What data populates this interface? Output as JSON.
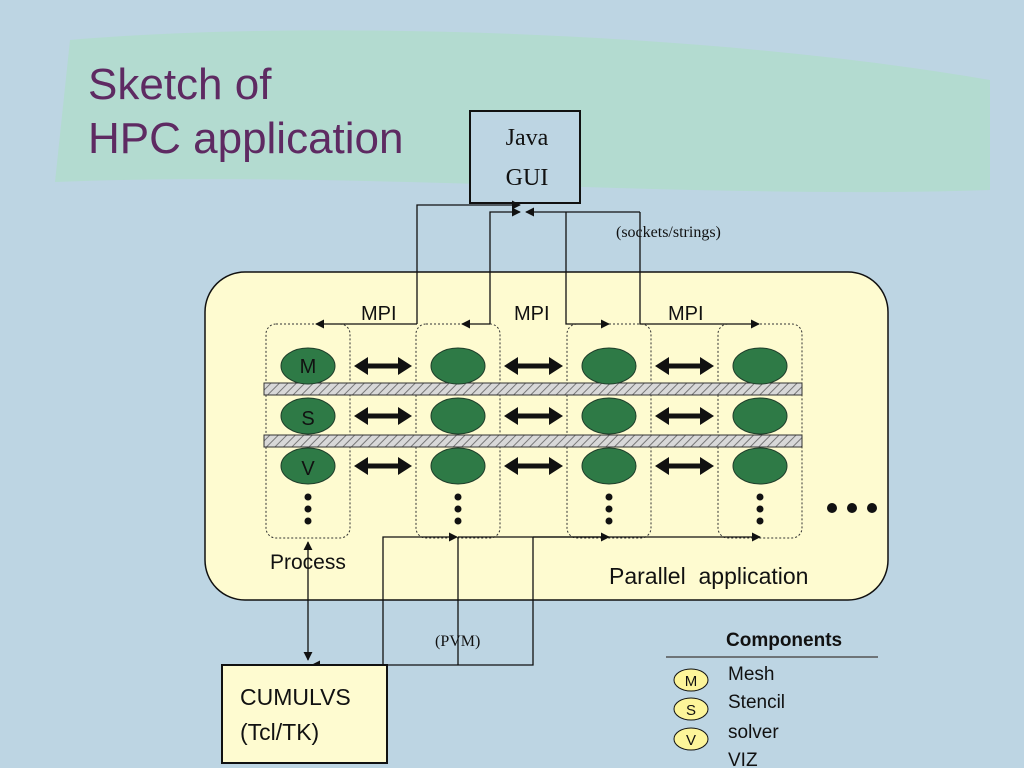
{
  "slide": {
    "title_line1": "Sketch of",
    "title_line2": "HPC application"
  },
  "diagram": {
    "gui_line1": "Java",
    "gui_line2": "GUI",
    "sockets_label": "(sockets/strings)",
    "mpi_labels": [
      "MPI",
      "MPI",
      "MPI"
    ],
    "component_letters": [
      "M",
      "S",
      "V"
    ],
    "process_label": "Process",
    "parallel_label": "Parallel  application",
    "pvm_label": "(PVM)",
    "cumulvs_line1": "CUMULVS",
    "cumulvs_line2": "(Tcl/TK)",
    "process_count": 4
  },
  "legend": {
    "heading": "Components",
    "letters": [
      "M",
      "S",
      "V"
    ],
    "names": [
      "Mesh",
      "Stencil",
      "solver",
      "VIZ"
    ]
  },
  "colors": {
    "background": "#bdd5e3",
    "title_band": "#b3dbd0",
    "title_text": "#5e2a62",
    "app_area": "#fefbd0",
    "process_oval": "#2e7a46",
    "legend_badge": "#fdf59a"
  }
}
